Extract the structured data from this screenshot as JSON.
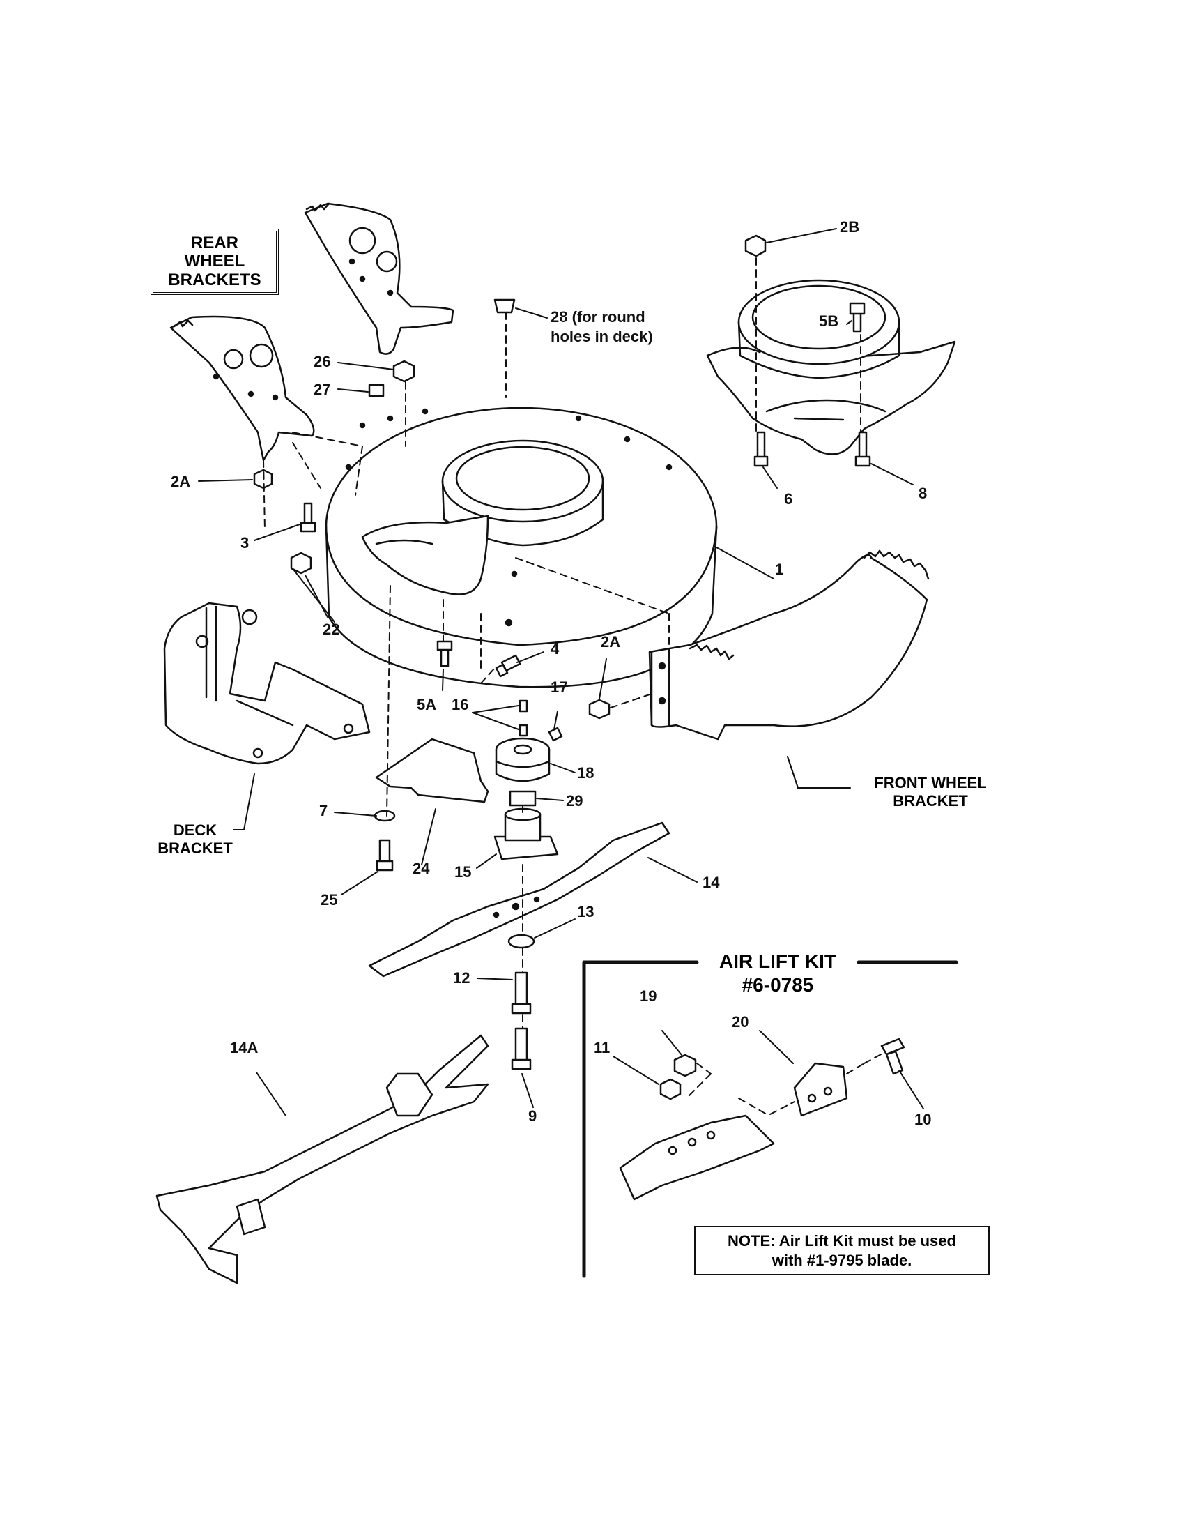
{
  "titles": {
    "rear_wheel_brackets": [
      "REAR WHEEL",
      "BRACKETS"
    ],
    "front_wheel_bracket": [
      "FRONT WHEEL",
      "BRACKET"
    ],
    "deck_bracket": [
      "DECK",
      "BRACKET"
    ],
    "air_lift_kit": [
      "AIR LIFT KIT",
      "#6-0785"
    ]
  },
  "note": [
    "NOTE: Air Lift Kit must be used",
    "with #1-9795 blade."
  ],
  "labels": {
    "p1": "1",
    "p2a_left": "2A",
    "p2a_center": "2A",
    "p2b": "2B",
    "p3": "3",
    "p4": "4",
    "p5a": "5A",
    "p5b": "5B",
    "p6": "6",
    "p7": "7",
    "p8": "8",
    "p9": "9",
    "p10": "10",
    "p11": "11",
    "p12": "12",
    "p13": "13",
    "p14": "14",
    "p14a": "14A",
    "p15": "15",
    "p16": "16",
    "p17": "17",
    "p18": "18",
    "p19": "19",
    "p20": "20",
    "p22": "22",
    "p24": "24",
    "p25": "25",
    "p26": "26",
    "p27": "27",
    "p28": "28 (for round",
    "p28b": "holes in deck)",
    "p29": "29"
  }
}
